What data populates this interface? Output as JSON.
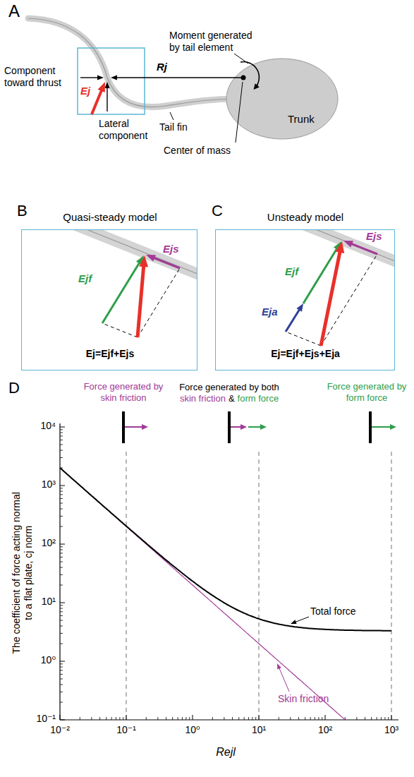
{
  "diagram": {
    "nodes": [
      {
        "text": [
          "Quasi-steady model",
          "Ejf",
          "Ejs",
          "Ej=Ejf+Ejs"
        ]
      },
      {
        "text": [
          "Unsteady model",
          "Ejf",
          "Ejs",
          "Eja",
          "Ej=Ejf+Ejs+Eja"
        ]
      },
      {
        "text": [
          "Trunk"
        ]
      }
    ],
    "labels": [
      "A",
      "Moment generated by tail element",
      "Component toward thrust",
      "Rj",
      "Ej",
      "Lateral component",
      "Tail fin",
      "Center of mass",
      "B",
      "C",
      "D",
      "Force generated by skin friction",
      "Force generated by both",
      "skin friction",
      "&",
      "form force",
      "Force generated by form force",
      "The coefficient of force acting normal to a flat plate, cj norm",
      "10⁴",
      "10³",
      "10²",
      "10¹",
      "10⁰",
      "10⁻¹",
      "10⁻²",
      "10⁻¹",
      "10⁰",
      "10¹",
      "10²",
      "10³",
      "Total force",
      "Skin friction",
      "Rejl"
    ]
  }
}
